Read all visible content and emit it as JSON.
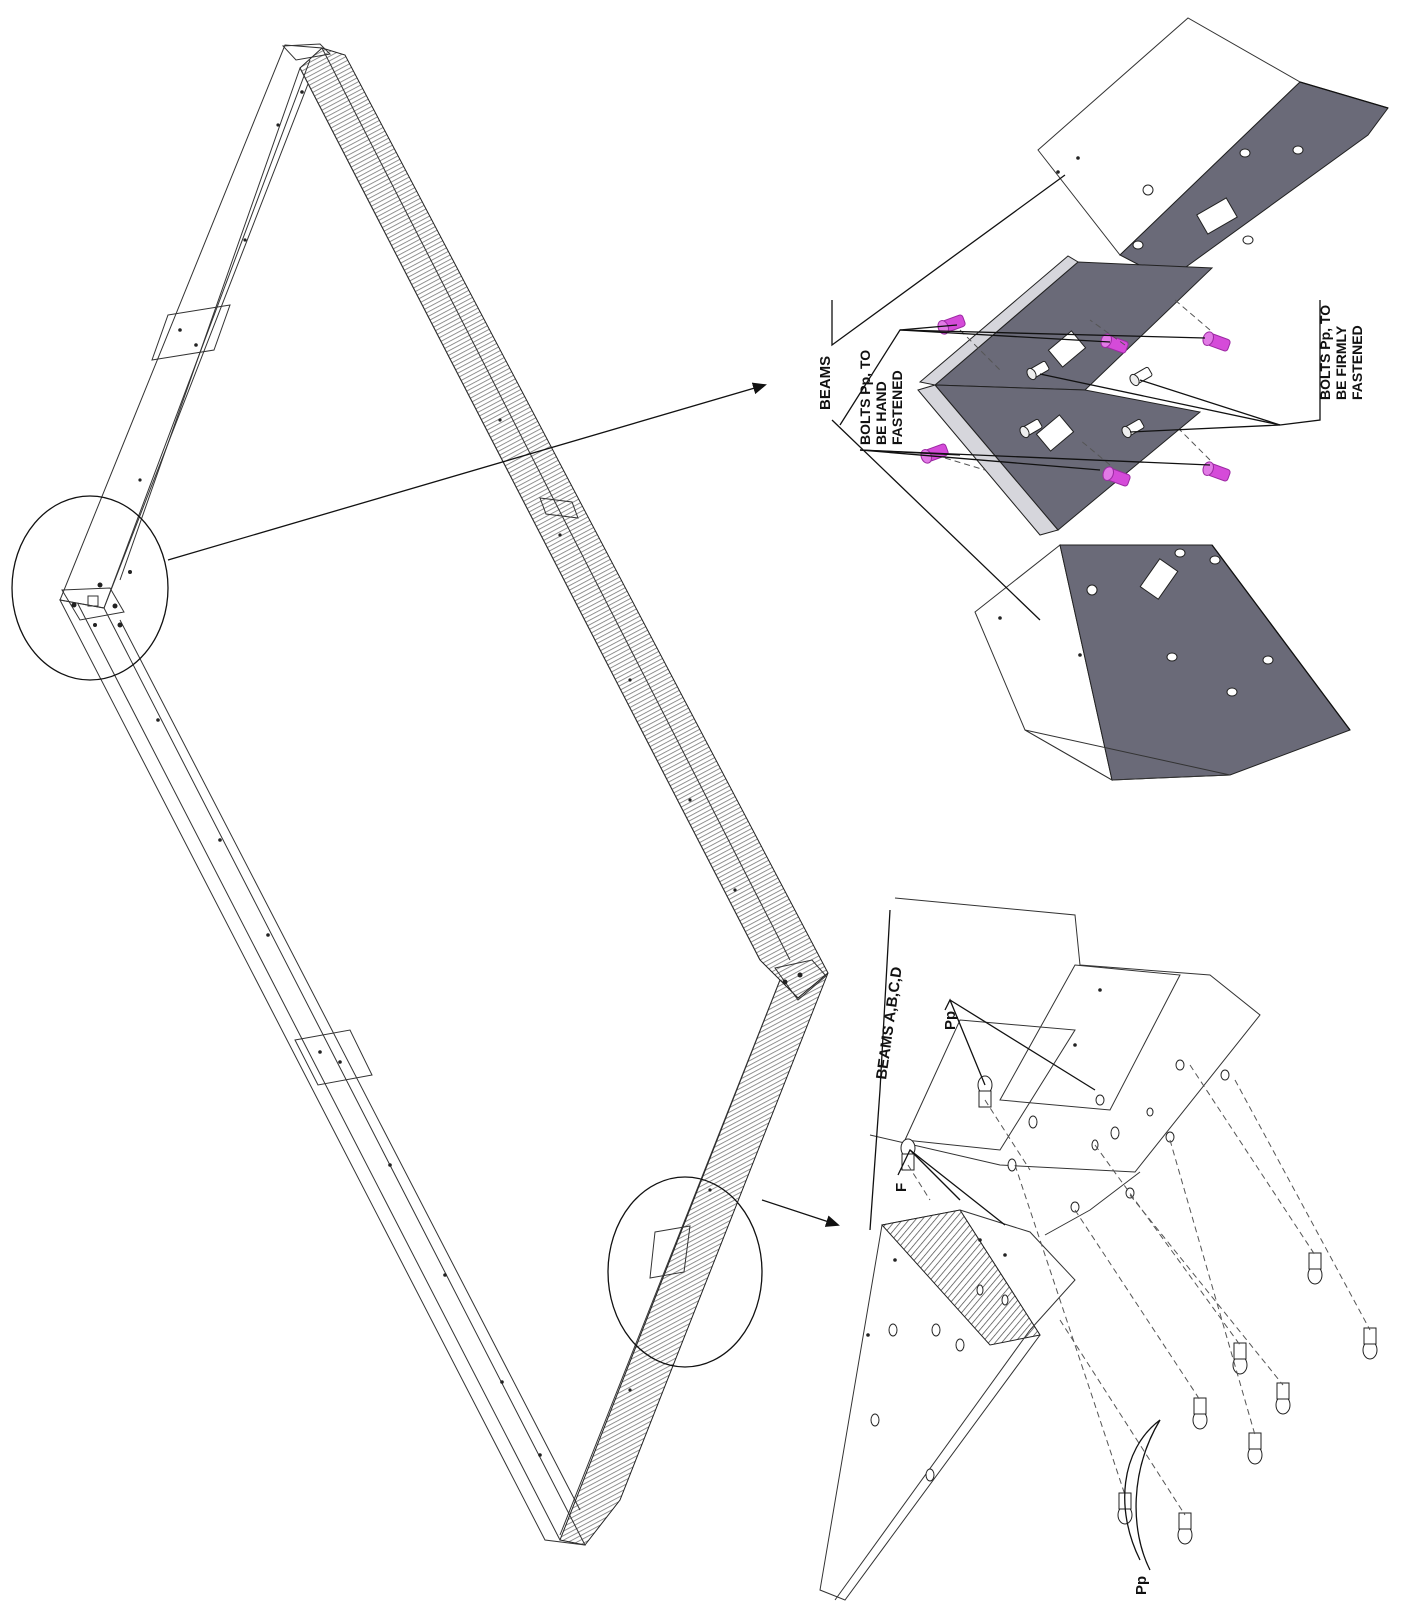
{
  "labels": {
    "beams": "BEAMS",
    "hand_fastened": [
      "BOLTS Pp, TO",
      "BE HAND",
      "FASTENED"
    ],
    "firmly_fastened": [
      "BOLTS Pp, TO",
      "BE FIRMLY",
      "FASTENED"
    ],
    "beams_abcd": "BEAMS A,B,C,D",
    "pp_top": "Pp",
    "pp_bottom": "Pp",
    "f": "F"
  },
  "colors": {
    "plate": "#6a6a78",
    "plate_dark": "#3f3f4a",
    "bolt_magenta": "#d54bd9",
    "bolt_magenta_dark": "#9c2aa3",
    "line": "#111111",
    "frame_shading": "#888888"
  }
}
